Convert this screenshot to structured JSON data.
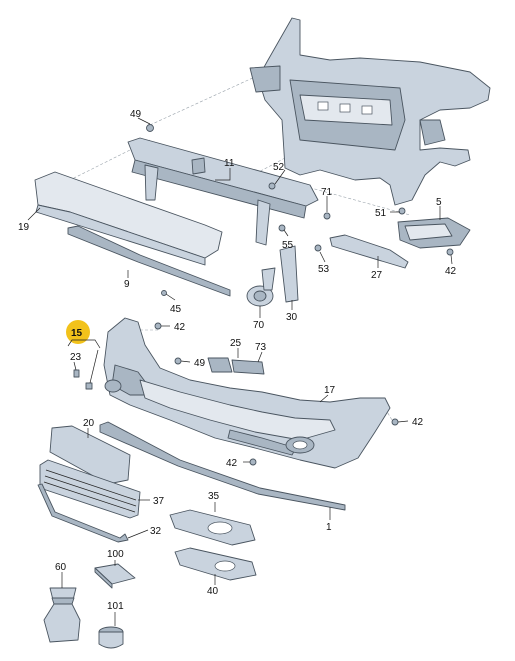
{
  "labels": {
    "l1": "1",
    "l5": "5",
    "l9": "9",
    "l11": "11",
    "l15": "15",
    "l17": "17",
    "l19": "19",
    "l20": "20",
    "l23": "23",
    "l25": "25",
    "l27": "27",
    "l30": "30",
    "l32": "32",
    "l35": "35",
    "l37": "37",
    "l40": "40",
    "l42a": "42",
    "l42b": "42",
    "l42c": "42",
    "l42d": "42",
    "l45": "45",
    "l49a": "49",
    "l49b": "49",
    "l51": "51",
    "l52": "52",
    "l53": "53",
    "l55": "55",
    "l60": "60",
    "l70": "70",
    "l71": "71",
    "l73": "73",
    "l100": "100",
    "l101": "101"
  },
  "colors": {
    "part_fill": "#c9d3de",
    "highlight": "#f2c21a",
    "outline": "#4a5560"
  }
}
